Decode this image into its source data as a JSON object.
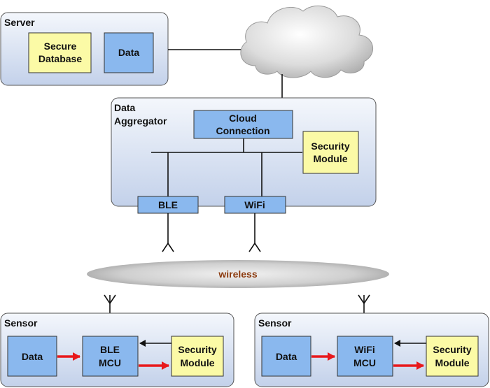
{
  "server": {
    "title": "Server",
    "secure_database": [
      "Secure",
      "Database"
    ],
    "data": "Data"
  },
  "aggregator": {
    "title": [
      "Data",
      "Aggregator"
    ],
    "cloud_connection": [
      "Cloud",
      "Connection"
    ],
    "security_module": [
      "Security",
      "Module"
    ],
    "ble": "BLE",
    "wifi": "WiFi"
  },
  "wireless": "wireless",
  "sensor_ble": {
    "title": "Sensor",
    "data": "Data",
    "mcu": [
      "BLE",
      "MCU"
    ],
    "security_module": [
      "Security",
      "Module"
    ]
  },
  "sensor_wifi": {
    "title": "Sensor",
    "data": "Data",
    "mcu": [
      "WiFi",
      "MCU"
    ],
    "security_module": [
      "Security",
      "Module"
    ]
  },
  "colors": {
    "blue_box": "#8ab8ee",
    "yellow_box": "#fbfaa6",
    "container_top": "#f3f6fb",
    "container_bottom": "#c6d3ea",
    "red_arrow": "#e8191c"
  }
}
